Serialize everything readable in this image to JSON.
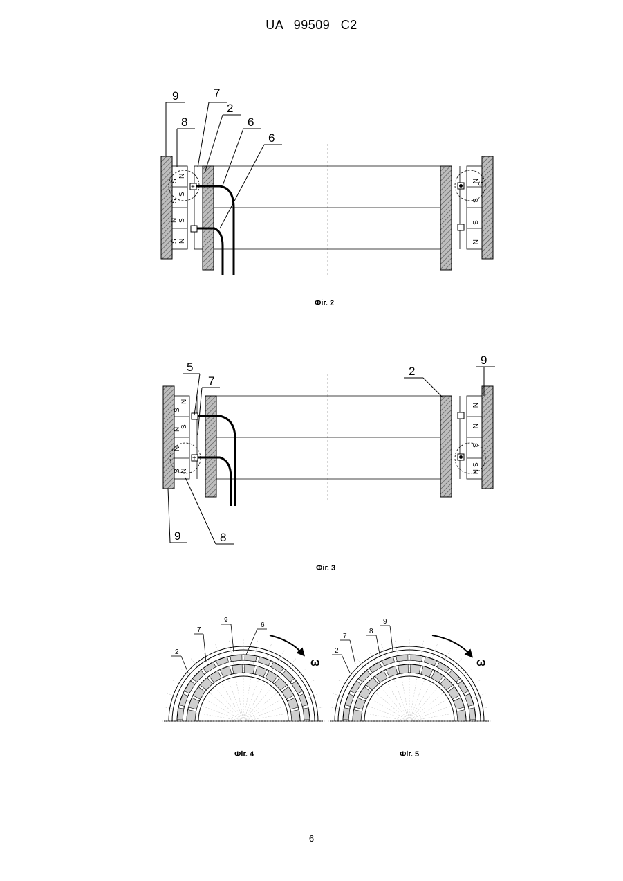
{
  "header": {
    "patent_id": "UA   99509   C2"
  },
  "figures": {
    "fig2": {
      "caption": "Фіг. 2",
      "labels": [
        "9",
        "8",
        "7",
        "2",
        "6",
        "6"
      ]
    },
    "fig3": {
      "caption": "Фіг. 3",
      "labels": [
        "5",
        "7",
        "2",
        "9",
        "9",
        "8"
      ]
    },
    "fig4": {
      "caption": "Фіг. 4",
      "labels": [
        "2",
        "7",
        "9",
        "6"
      ],
      "omega": "ω"
    },
    "fig5": {
      "caption": "Фіг. 5",
      "labels": [
        "2",
        "7",
        "8",
        "9"
      ],
      "omega": "ω"
    }
  },
  "magnet_letters": {
    "n": "N",
    "s": "S"
  },
  "footer": {
    "page_number": "6"
  }
}
